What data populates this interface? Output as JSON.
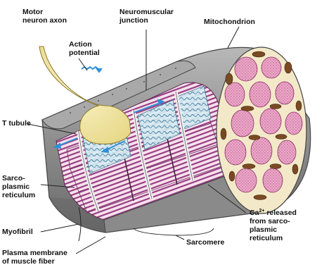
{
  "labels": {
    "motor_neuron_axon": [
      "Motor",
      "neuron axon"
    ],
    "neuromuscular_junction": [
      "Neuromuscular",
      "junction"
    ],
    "mitochondrion": [
      "Mitochondrion"
    ],
    "action_potential": [
      "Action",
      "potential"
    ],
    "t_tubule": [
      "T tubule"
    ],
    "sarcoplasmic_reticulum": [
      "Sarco-",
      "plasmic",
      "reticulum"
    ],
    "myofibril": [
      "Myofibril"
    ],
    "plasma_membrane": [
      "Plasma membrane",
      "of muscle fiber"
    ],
    "sarcomere": [
      "Sarcomere"
    ],
    "ca_released": {
      "ion": "Ca",
      "charge": "2+",
      "line1_rest": " released",
      "lines": [
        "from sarco-",
        "plasmic",
        "reticulum"
      ]
    }
  },
  "colors": {
    "background": "#ffffff",
    "fiber_outer": "#9a9a9a",
    "fiber_outer_dark": "#6e6e6e",
    "end_face": "#f3e9c9",
    "fibril_face": "#e7a4c4",
    "mitochondrion": "#7a4a22",
    "axon": "#f3e9a6",
    "myofibril_band": "#b05a9c",
    "sr_tubule": "#8fd0df",
    "action_potential_arrow": "#2f8fd8"
  }
}
